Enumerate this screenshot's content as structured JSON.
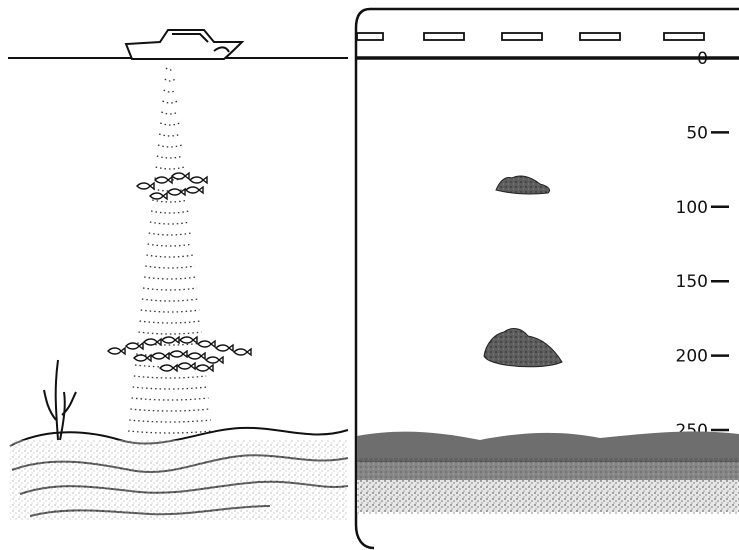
{
  "depth_scale": [
    {
      "label": "0",
      "depth": 0
    },
    {
      "label": "50",
      "depth": 50
    },
    {
      "label": "100",
      "depth": 100
    },
    {
      "label": "150",
      "depth": 150
    },
    {
      "label": "200",
      "depth": 200
    },
    {
      "label": "250",
      "depth": 250
    }
  ],
  "colors": {
    "ink": "#111111",
    "bottom": "#6e6e6e",
    "paper": "#ffffff"
  },
  "icons": [
    "boat-icon",
    "sonar-beam",
    "fish-school-upper-icon",
    "fish-school-lower-icon",
    "seaweed-icon",
    "seabed-icon"
  ]
}
